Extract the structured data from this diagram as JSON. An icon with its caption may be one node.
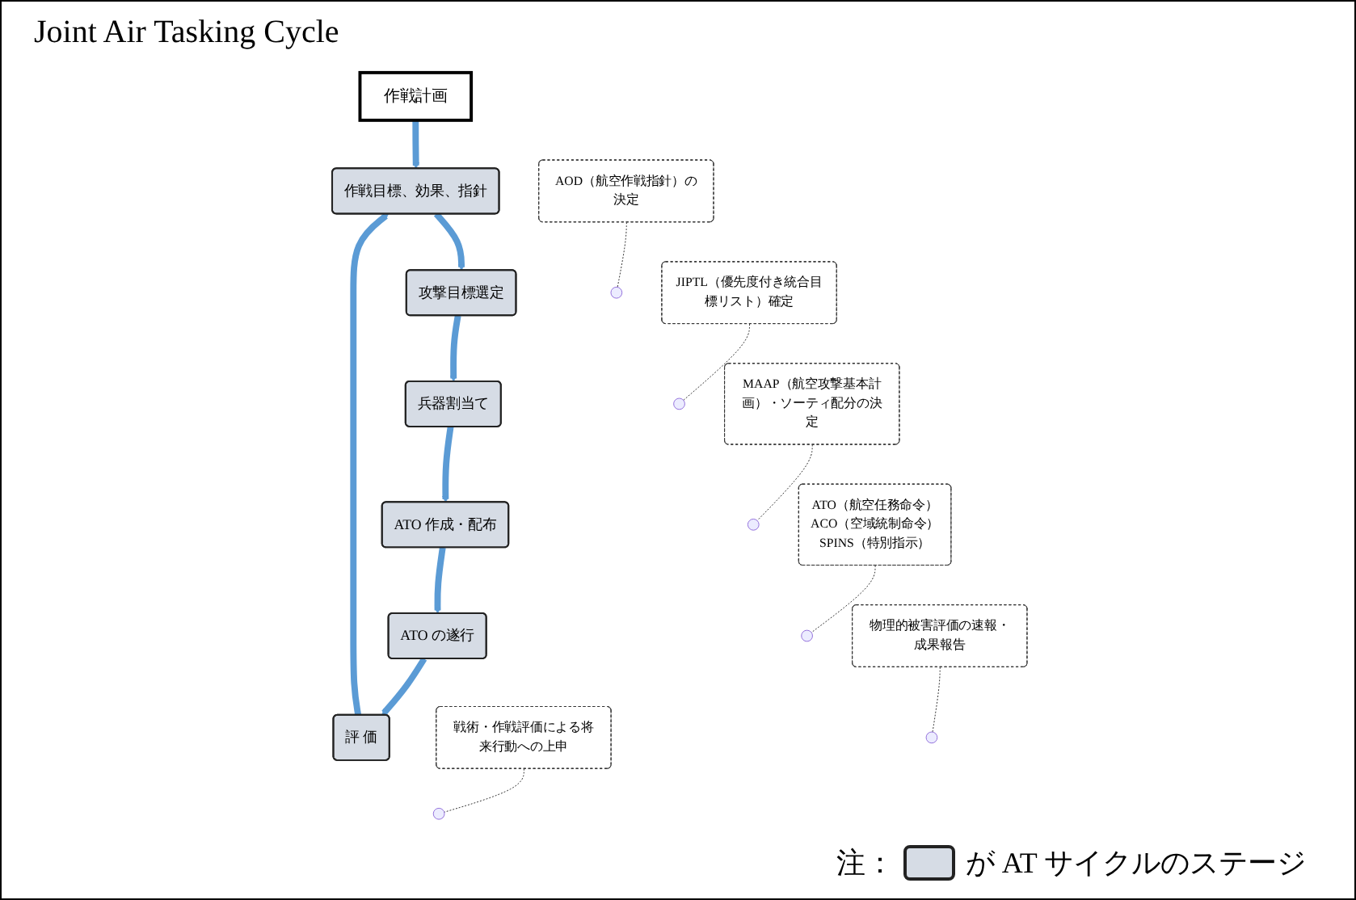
{
  "diagram": {
    "title": "Joint Air Tasking Cycle",
    "nodes": [
      {
        "text": [
          "作戦計画"
        ]
      },
      {
        "text": [
          "作戦目標、効果、指針"
        ]
      },
      {
        "text": [
          "攻撃目標選定"
        ]
      },
      {
        "text": [
          "兵器割当て"
        ]
      },
      {
        "text": [
          "ATO 作成・配布"
        ]
      },
      {
        "text": [
          "ATO の遂行"
        ]
      },
      {
        "text": [
          "評 価"
        ]
      },
      {
        "text": [
          "戦術・作戦評価による将来行動への上申"
        ]
      },
      {
        "text": [
          "AOD（航空作戦指針）の決定"
        ]
      },
      {
        "text": [
          "JIPTL（優先度付き統合目標リスト）確定"
        ]
      },
      {
        "text": [
          "MAAP（航空攻撃基本計画）・ソーティ配分の決定"
        ]
      },
      {
        "text": [
          "ATO（航空任務命令）",
          "ACO（空域統制命令）",
          "SPINS（特別指示）"
        ]
      },
      {
        "text": [
          "物理的被害評価の速報・成果報告"
        ]
      }
    ],
    "edges": [
      {
        "from": 0,
        "to": 1,
        "arrow": "to",
        "color": "#5b9bd5"
      },
      {
        "from": 1,
        "to": 2,
        "arrow": "to",
        "color": "#5b9bd5"
      },
      {
        "from": 2,
        "to": 3,
        "arrow": "to",
        "color": "#5b9bd5"
      },
      {
        "from": 3,
        "to": 4,
        "arrow": "to",
        "color": "#5b9bd5"
      },
      {
        "from": 4,
        "to": 5,
        "arrow": "to",
        "color": "#5b9bd5"
      },
      {
        "from": 5,
        "to": 6,
        "arrow": "to",
        "color": "#5b9bd5"
      },
      {
        "from": 6,
        "to": 1,
        "arrow": "to",
        "color": "#5b9bd5"
      },
      {
        "from": 7,
        "to": null,
        "arrow": "none",
        "style": "dashed",
        "color": "#333333"
      },
      {
        "from": 8,
        "to": null,
        "arrow": "none",
        "style": "dashed",
        "color": "#333333"
      },
      {
        "from": 9,
        "to": null,
        "arrow": "none",
        "style": "dashed",
        "color": "#333333"
      },
      {
        "from": 10,
        "to": null,
        "arrow": "none",
        "style": "dashed",
        "color": "#333333"
      },
      {
        "from": 11,
        "to": null,
        "arrow": "none",
        "style": "dashed",
        "color": "#333333"
      },
      {
        "from": 12,
        "to": null,
        "arrow": "none",
        "style": "dashed",
        "color": "#333333"
      }
    ],
    "labels": [
      "注："
    ],
    "legend": [
      {
        "text": "が AT サイクルのステージ",
        "color": "#d6dce5"
      }
    ]
  }
}
